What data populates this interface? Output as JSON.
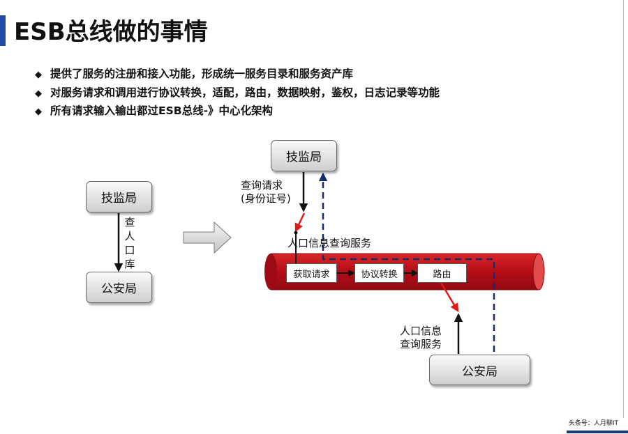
{
  "title": "ESB总线做的事情",
  "bullet_mark": "◆",
  "bullets": [
    "提供了服务的注册和接入功能，形成统一服务目录和服务资产库",
    "对服务请求和调用进行协议转换，适配，路由，数据映射，鉴权，日志记录等功能",
    "所有请求输入输出都过ESB总线-》中心化架构"
  ],
  "left_diagram": {
    "top_box": "技监局",
    "bottom_box": "公安局",
    "arrow_label": [
      "查",
      "人",
      "口",
      "库"
    ]
  },
  "right_diagram": {
    "top_box": "技监局",
    "bottom_box": "公安局",
    "request_label": [
      "查询请求",
      "(身份证号)"
    ],
    "bus_label": "人口信息查询服务",
    "steps": [
      "获取请求",
      "协议转换",
      "路由"
    ],
    "response_label": [
      "人口信息",
      "查询服务"
    ]
  },
  "footer": "头条号：人月聊IT",
  "colors": {
    "accent": "#1f4aa8",
    "bus_red": "#c1121f",
    "red_arrow": "#e01818",
    "dashed_navy": "#1a2b6b"
  }
}
